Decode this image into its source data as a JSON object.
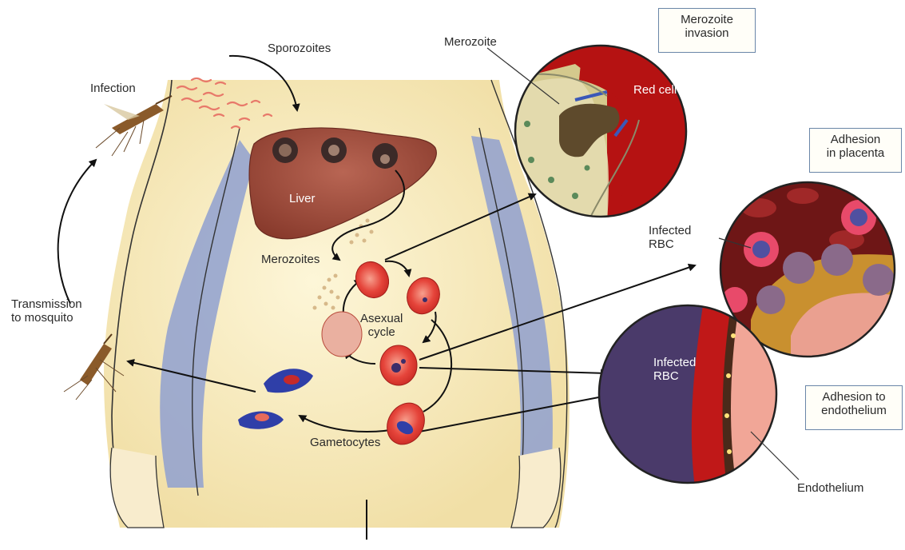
{
  "labels": {
    "sporozoites": "Sporozoites",
    "infection": "Infection",
    "liver": "Liver",
    "merozoites": "Merozoites",
    "asexual_cycle": "Asexual\ncycle",
    "gametocytes": "Gametocytes",
    "transmission": "Transmission\nto mosquito",
    "merozoite": "Merozoite",
    "red_cell": "Red cell",
    "infected_rbc_placenta": "Infected\nRBC",
    "infected_rbc_endothelium": "Infected\nRBC",
    "endothelium": "Endothelium"
  },
  "boxes": {
    "merozoite_invasion": "Merozoite\ninvasion",
    "adhesion_placenta": "Adhesion\nin placenta",
    "adhesion_endothelium": "Adhesion to\nendothelium"
  },
  "colors": {
    "body_fill": "#f6e9b9",
    "shadow_blue": "#8a9ccc",
    "liver": "#9c4a3a",
    "rbc": "#d9302e",
    "gametocyte_blue": "#2f3fa8",
    "circle_red": "#c41818",
    "circle_beige": "#e8e0b0",
    "endothelium_pink": "#f3a99a"
  }
}
